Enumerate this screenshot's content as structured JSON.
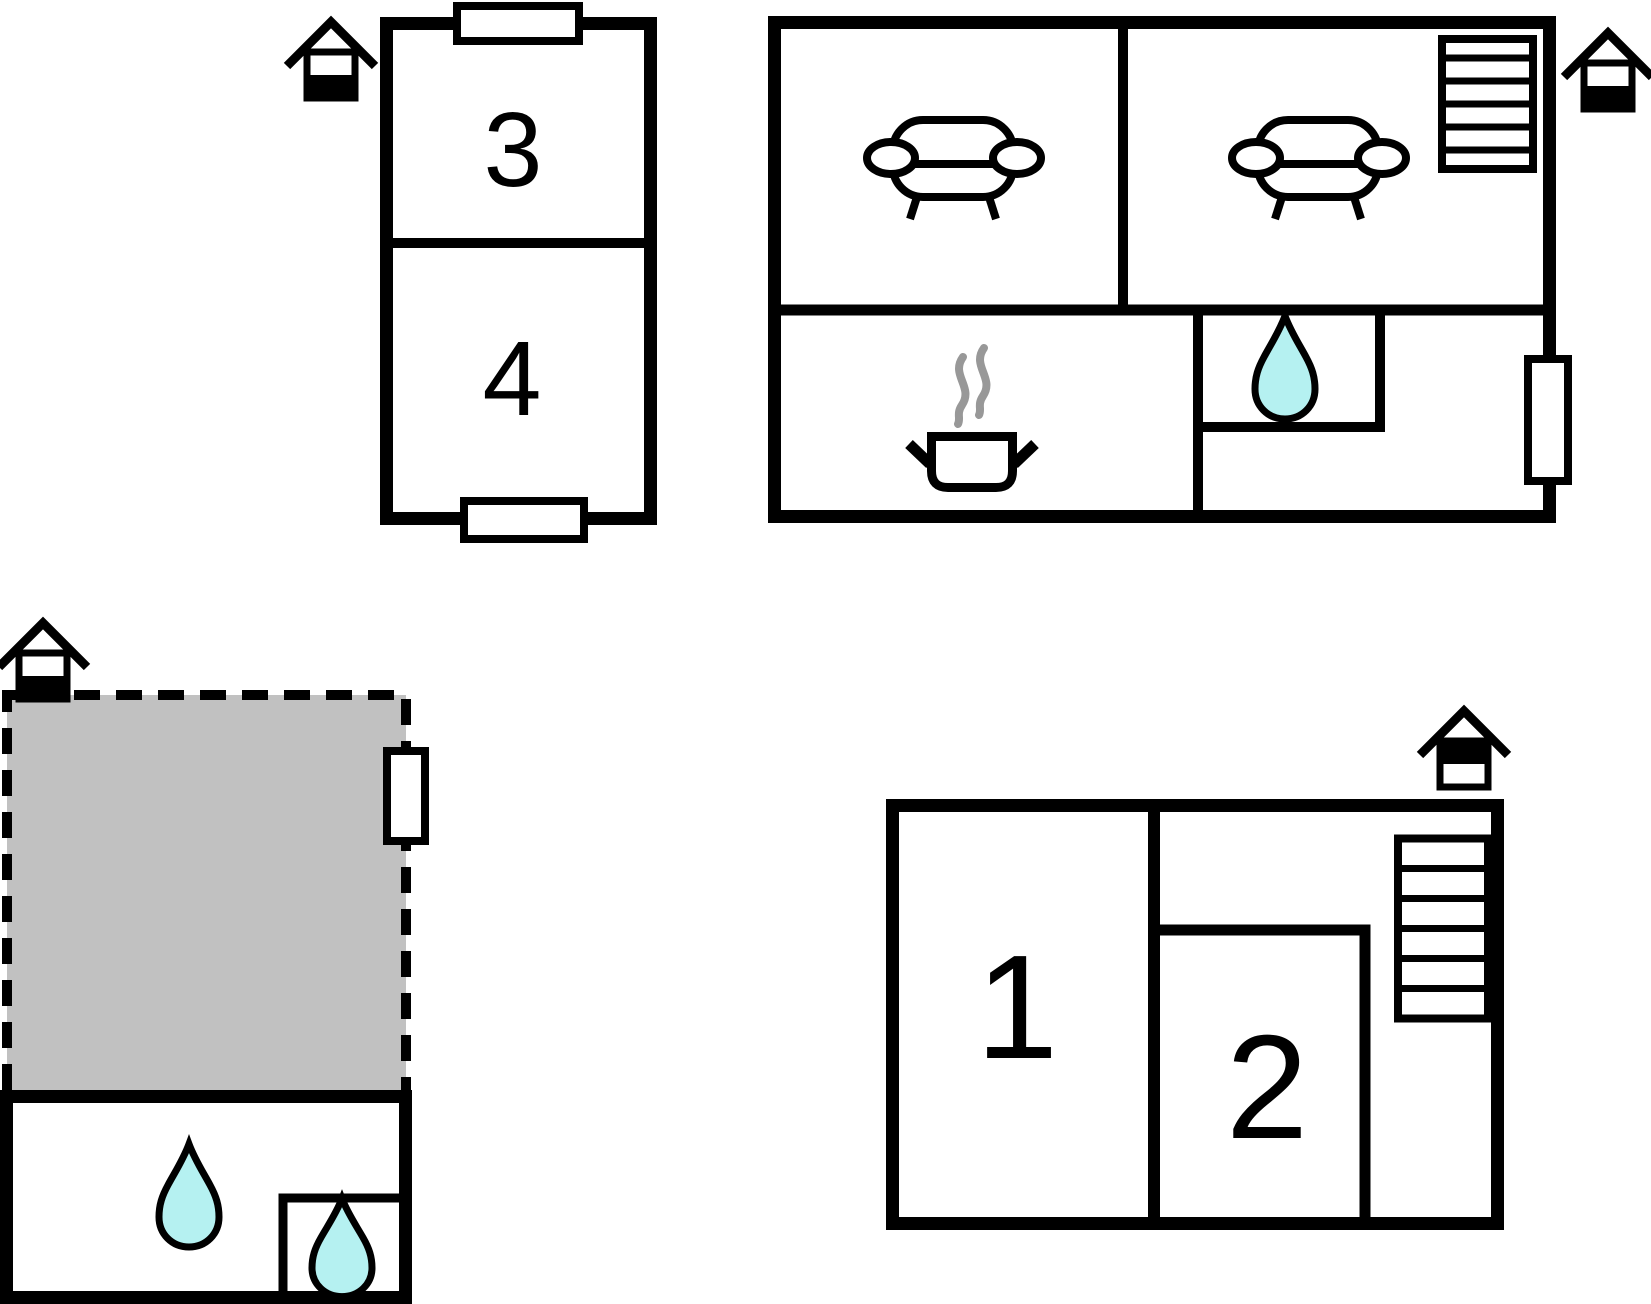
{
  "colors": {
    "wall": "#000000",
    "background": "#ffffff",
    "terrace_fill": "#c1c1c1",
    "water_fill": "#b5f1f1",
    "steam": "#989898"
  },
  "labels": {
    "room1": "1",
    "room2": "2",
    "room3": "3",
    "room4": "4"
  },
  "icons": {
    "house_ground_floor": "house icon, lower half filled black (ground floor shown)",
    "house_upper_floor": "house icon, upper half filled black (upper floor shown)",
    "water_drop": "teardrop (water / bathroom)",
    "sofa": "sofa seen from above",
    "stairs": "staircase with six treads",
    "cooking_pot": "steaming pot (kitchen)",
    "window": "window opening in wall",
    "terrace": "gray dashed outdoor terrace area"
  }
}
